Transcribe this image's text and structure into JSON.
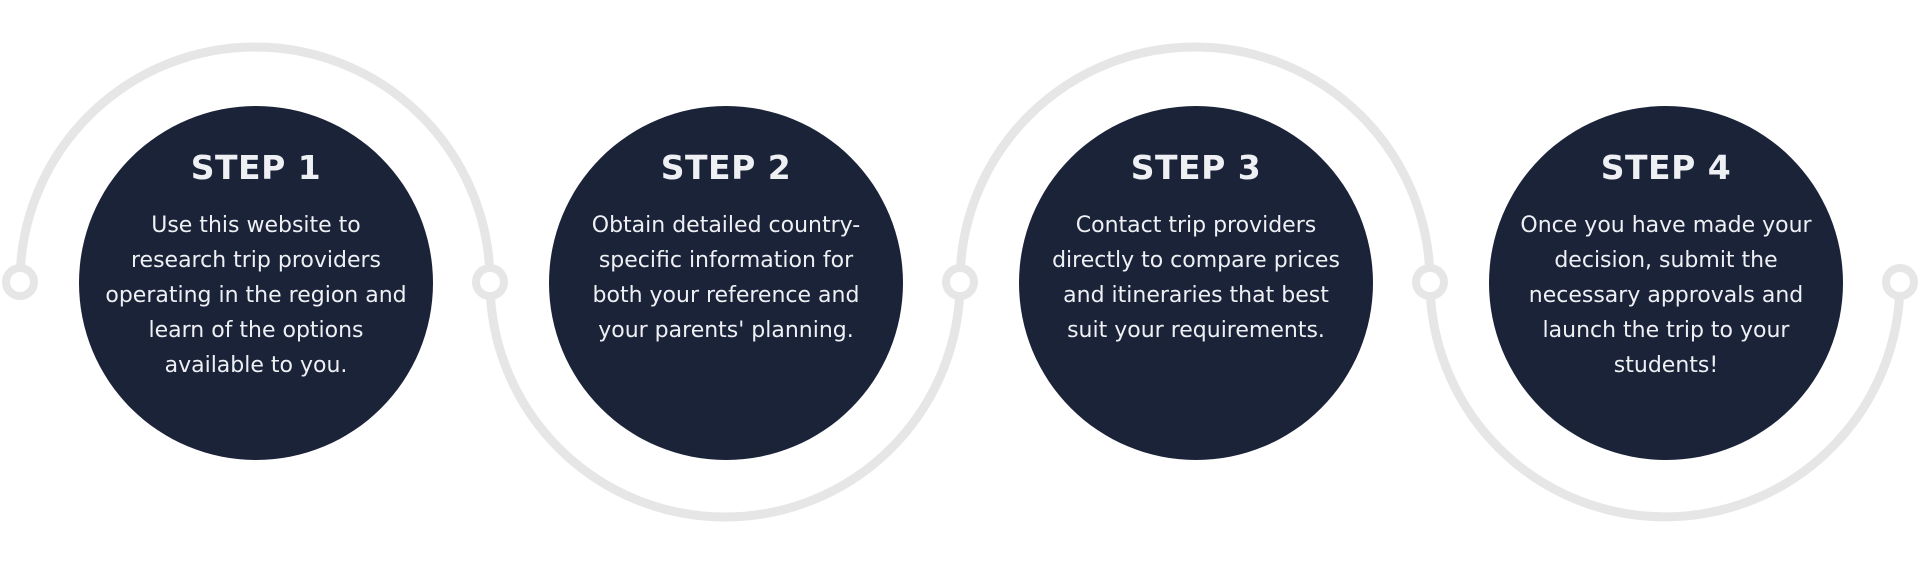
{
  "colors": {
    "circle": "#1b2339",
    "text": "#eef0f4",
    "connector": "#e6e6e6"
  },
  "steps": [
    {
      "title": "STEP 1",
      "text": "Use this website to research trip providers operating in the region and learn of the options available to you."
    },
    {
      "title": "STEP 2",
      "text": "Obtain detailed country-specific information for both your reference and your parents' planning."
    },
    {
      "title": "STEP 3",
      "text": "Contact trip providers directly to compare prices and itineraries that best suit your requirements."
    },
    {
      "title": "STEP 4",
      "text": "Once you have made your decision, submit the necessary approvals and launch the trip to your students!"
    }
  ]
}
